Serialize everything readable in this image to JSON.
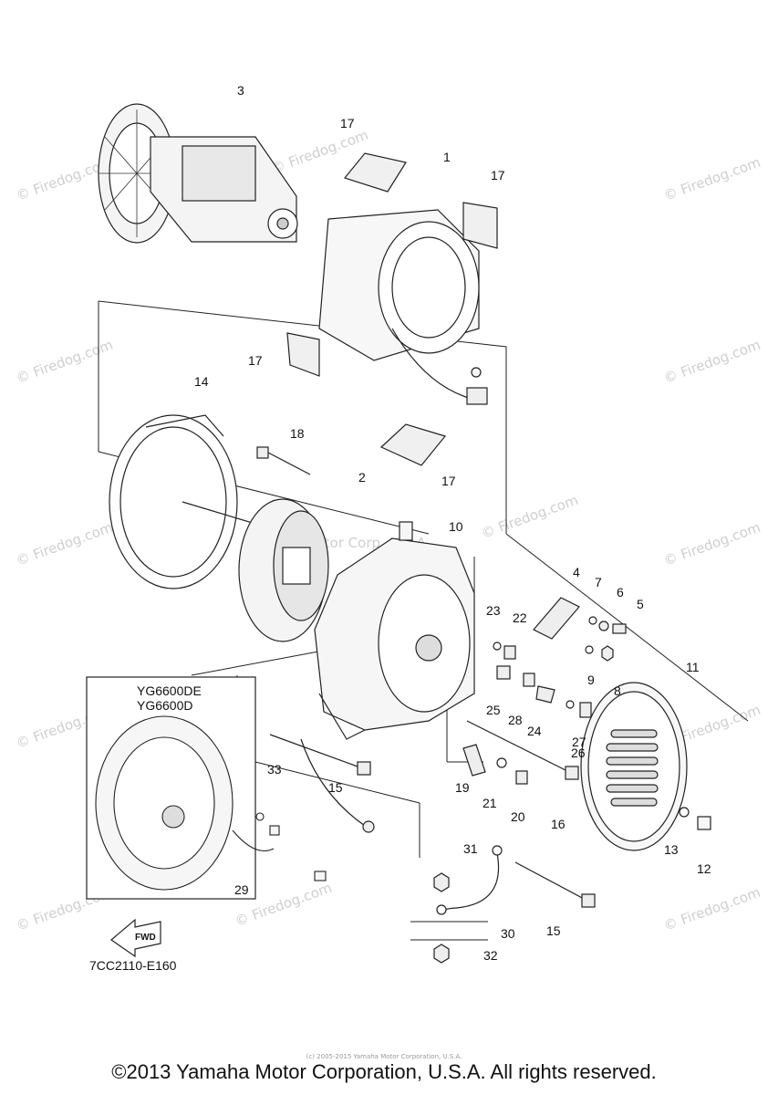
{
  "diagram": {
    "watermark": "© Firedog.com",
    "center_watermark": "Yamaha Motor Corp. U.S.A.",
    "part_numbers": [
      "1",
      "2",
      "3",
      "4",
      "5",
      "6",
      "7",
      "8",
      "9",
      "10",
      "11",
      "12",
      "13",
      "14",
      "15",
      "15",
      "16",
      "17",
      "17",
      "17",
      "17",
      "18",
      "19",
      "20",
      "21",
      "22",
      "23",
      "24",
      "25",
      "26",
      "27",
      "28",
      "29",
      "30",
      "31",
      "32",
      "33"
    ],
    "inset_models": [
      "YG6600DE",
      "YG6600D"
    ],
    "fwd_label": "FWD",
    "drawing_code": "7CC2110-E160"
  },
  "footer": {
    "copyright": "©2013 Yamaha Motor Corporation, U.S.A. All rights reserved.",
    "small_print": "(c) 2005-2015 Yamaha Motor Corporation, U.S.A."
  }
}
